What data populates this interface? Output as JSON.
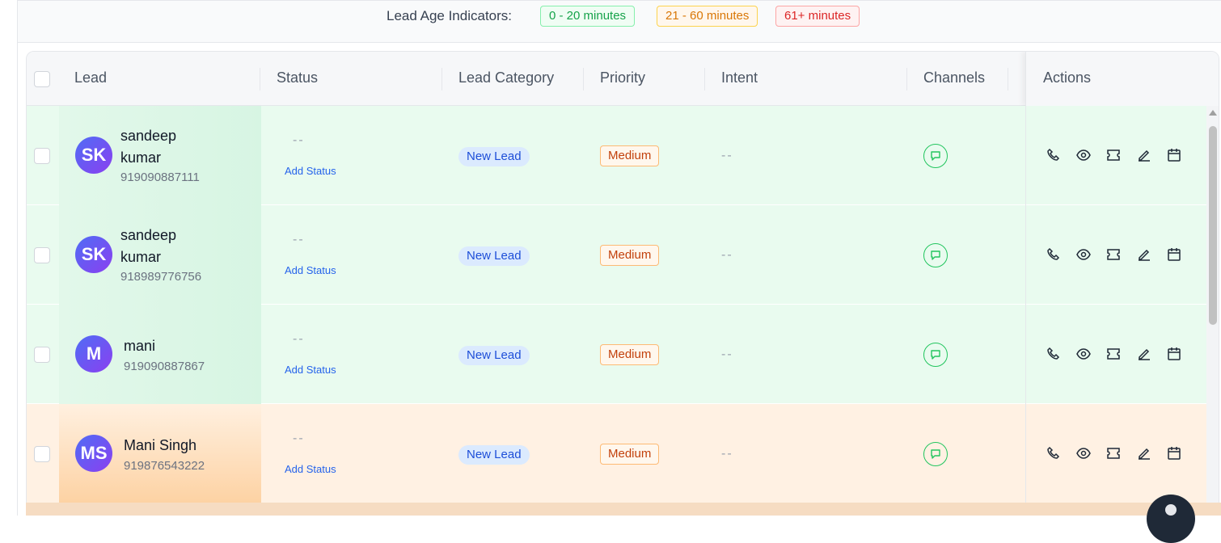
{
  "indicators": {
    "label": "Lead Age Indicators:",
    "items": [
      {
        "label": "0 - 20 minutes",
        "color": "#16a34a"
      },
      {
        "label": "21 - 60 minutes",
        "color": "#d97706"
      },
      {
        "label": "61+ minutes",
        "color": "#dc2626"
      }
    ]
  },
  "table": {
    "columns": [
      "Lead",
      "Status",
      "Lead Category",
      "Priority",
      "Intent",
      "Channels",
      "Actions"
    ],
    "rows": [
      {
        "initials": "SK",
        "name_line1": "sandeep",
        "name_line2": "kumar",
        "phone": "919090887111",
        "status": "--",
        "add_status": "Add Status",
        "category": "New Lead",
        "priority": "Medium",
        "intent": "--",
        "age": "green"
      },
      {
        "initials": "SK",
        "name_line1": "sandeep",
        "name_line2": "kumar",
        "phone": "918989776756",
        "status": "--",
        "add_status": "Add Status",
        "category": "New Lead",
        "priority": "Medium",
        "intent": "--",
        "age": "green"
      },
      {
        "initials": "M",
        "name_line1": "mani",
        "name_line2": "",
        "phone": "919090887867",
        "status": "--",
        "add_status": "Add Status",
        "category": "New Lead",
        "priority": "Medium",
        "intent": "--",
        "age": "green"
      },
      {
        "initials": "MS",
        "name_line1": "Mani Singh",
        "name_line2": "",
        "phone": "919876543222",
        "status": "--",
        "add_status": "Add Status",
        "category": "New Lead",
        "priority": "Medium",
        "intent": "--",
        "age": "orange"
      }
    ],
    "action_icons": [
      "phone-icon",
      "eye-icon",
      "ticket-icon",
      "edit-icon",
      "calendar-icon"
    ],
    "channel_icon": "chat-icon"
  },
  "colors": {
    "fresh_row": "#e9fbef",
    "mid_row": "#fff1e3",
    "avatar_from": "#4f6df5",
    "avatar_to": "#8b3ff0"
  }
}
